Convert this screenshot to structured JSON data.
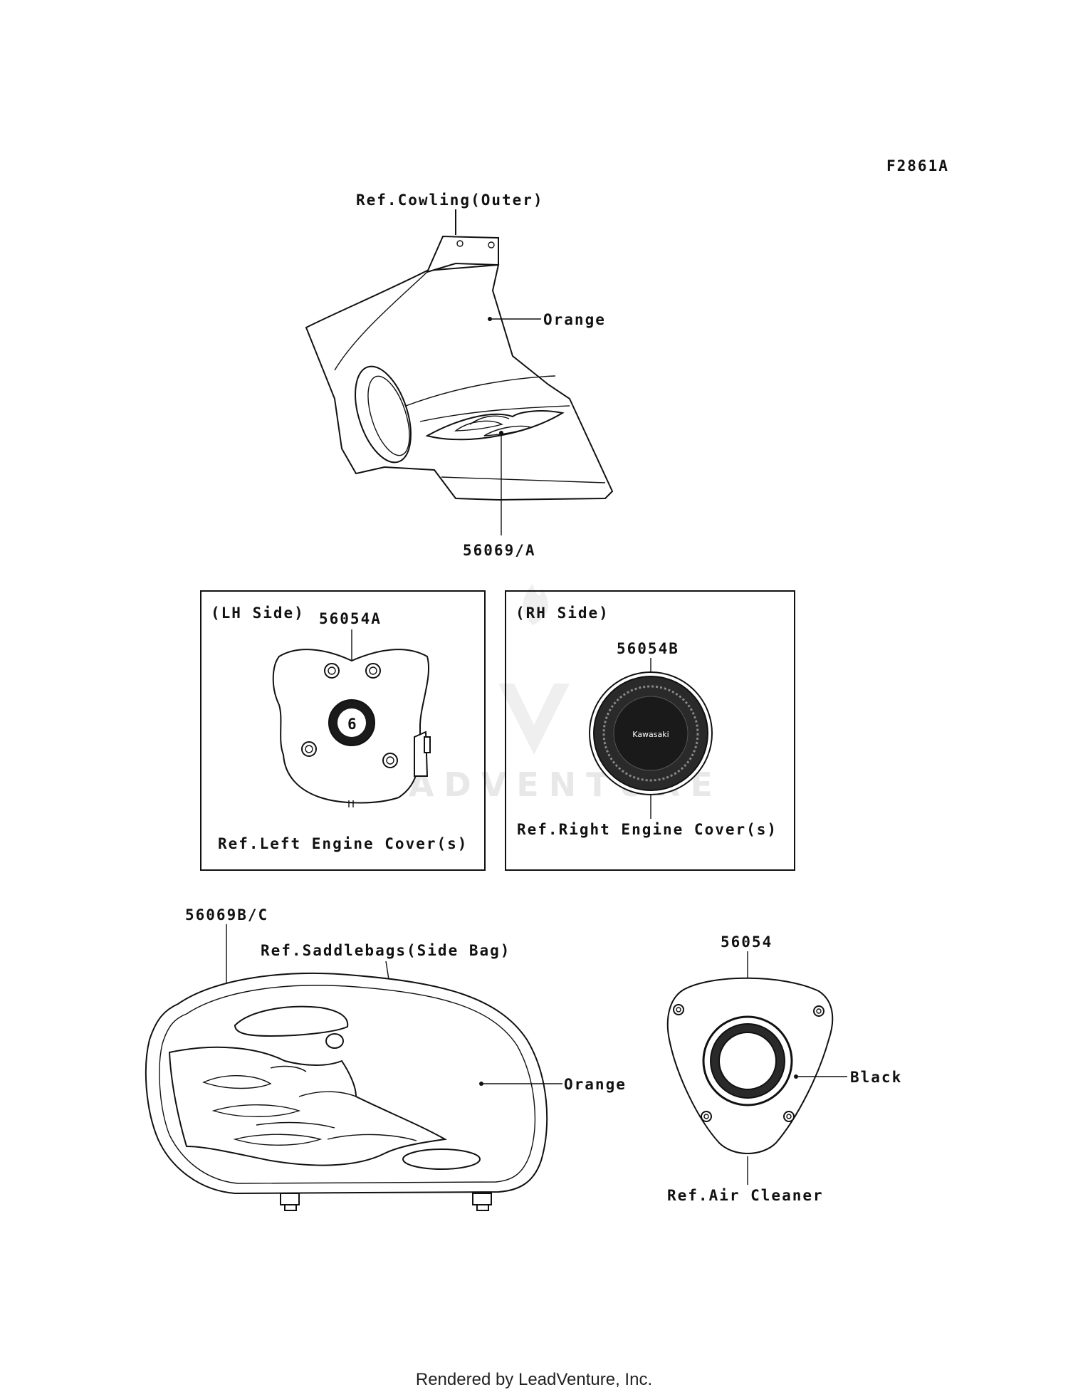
{
  "figure_code": "F2861A",
  "cowling": {
    "ref_label": "Ref.Cowling(Outer)",
    "color_label": "Orange",
    "part_number": "56069/A"
  },
  "lh_panel": {
    "side_label": "(LH Side)",
    "part_number": "56054A",
    "ref_label": "Ref.Left Engine Cover(s)",
    "emblem_number": "6"
  },
  "rh_panel": {
    "side_label": "(RH Side)",
    "part_number": "56054B",
    "ref_label": "Ref.Right Engine Cover(s)",
    "emblem_text": "Kawasaki"
  },
  "saddlebag": {
    "part_number": "56069B/C",
    "ref_label": "Ref.Saddlebags(Side Bag)",
    "color_label": "Orange"
  },
  "air_cleaner": {
    "part_number": "56054",
    "color_label": "Black",
    "ref_label": "Ref.Air Cleaner"
  },
  "watermark": "LEADVENTURE",
  "footer": "Rendered by LeadVenture, Inc."
}
